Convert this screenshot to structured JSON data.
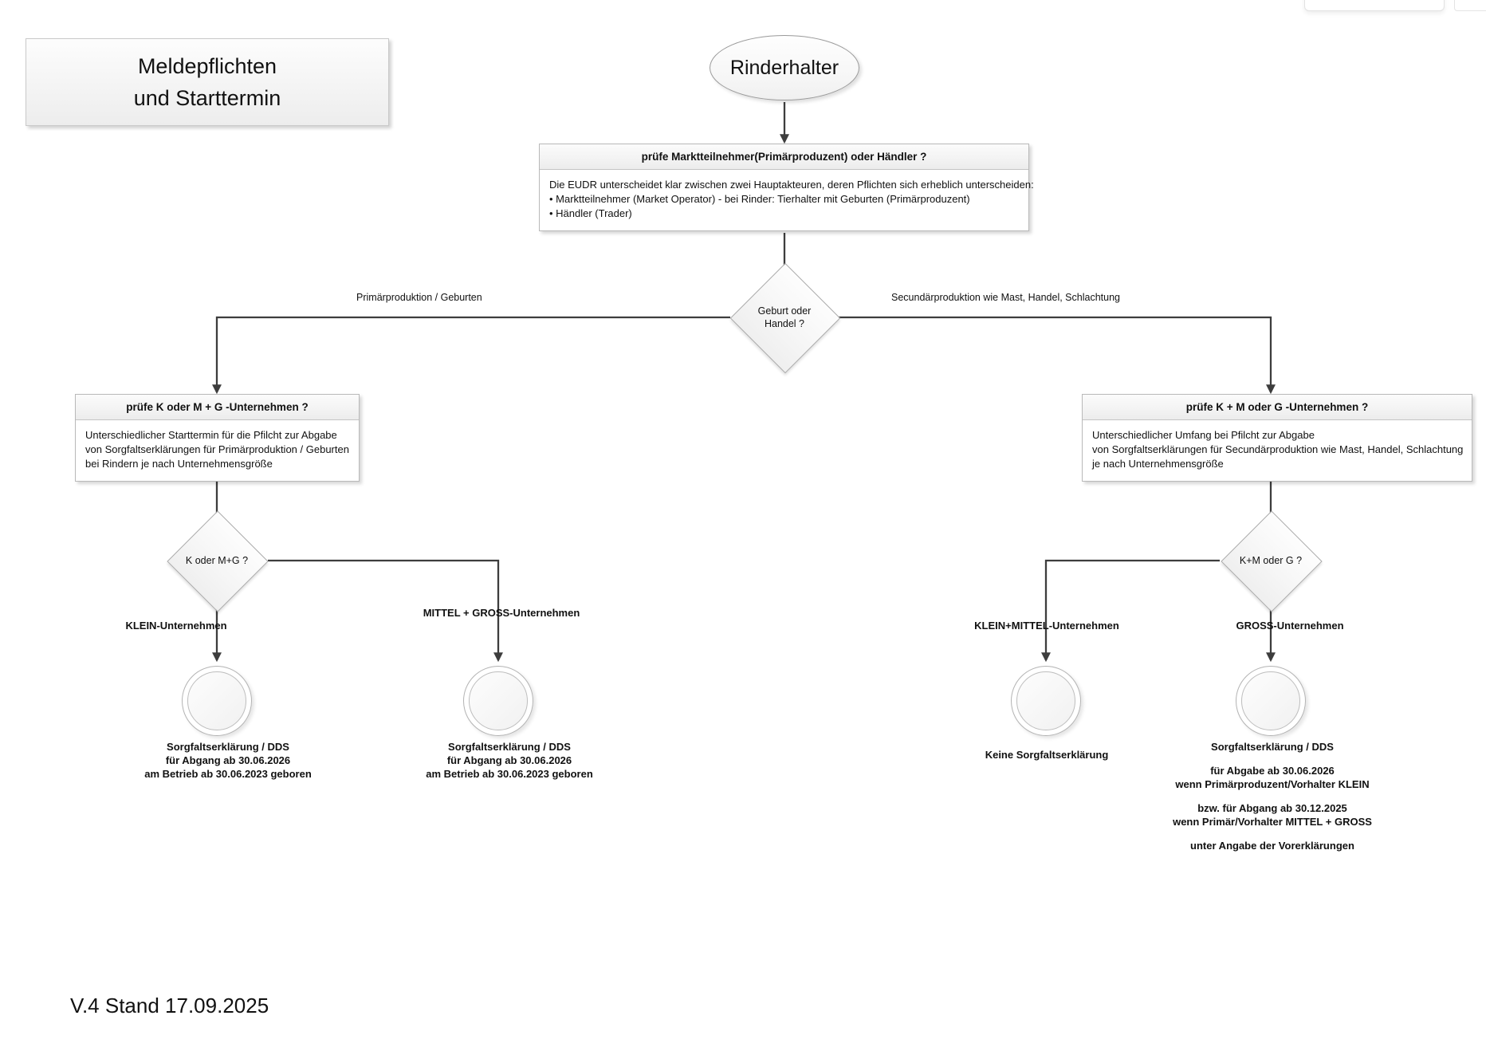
{
  "title_card": {
    "line1": "Meldepflichten",
    "line2": "und Starttermin"
  },
  "start_node": {
    "label": "Rinderhalter"
  },
  "process_top": {
    "header": "prüfe Marktteilnehmer(Primärproduzent) oder Händler ?",
    "body_lines": [
      "Die EUDR unterscheidet klar zwischen zwei Hauptakteuren, deren Pflichten sich erheblich unterscheiden:",
      "• Marktteilnehmer (Market Operator) - bei Rinder: Tierhalter mit Geburten (Primärproduzent)",
      "• Händler (Trader)"
    ]
  },
  "decision_main": {
    "line1": "Geburt oder",
    "line2": "Handel ?",
    "label_left": "Primärproduktion / Geburten",
    "label_right": "Secundärproduktion wie Mast, Handel, Schlachtung"
  },
  "process_left": {
    "header": "prüfe K oder M + G -Unternehmen ?",
    "body_lines": [
      "Unterschiedlicher Starttermin für die Pfilcht zur Abgabe",
      "von Sorgfaltserklärungen für Primärproduktion / Geburten",
      "bei Rindern je nach Unternehmensgröße"
    ]
  },
  "process_right": {
    "header": "prüfe K + M oder G -Unternehmen ?",
    "body_lines": [
      "Unterschiedlicher Umfang bei Pfilcht zur Abgabe",
      "von Sorgfaltserklärungen für Secundärproduktion wie Mast, Handel, Schlachtung",
      "je nach Unternehmensgröße"
    ]
  },
  "decision_left": {
    "label": "K oder M+G ?",
    "branch_down": "KLEIN-Unternehmen",
    "branch_right": "MITTEL + GROSS-Unternehmen"
  },
  "decision_right": {
    "label": "K+M oder G ?",
    "branch_left": "KLEIN+MITTEL-Unternehmen",
    "branch_down": "GROSS-Unternehmen"
  },
  "end_left_1": {
    "line1": "Sorgfaltserklärung / DDS",
    "line2": "für Abgang ab 30.06.2026",
    "line3": "am Betrieb ab 30.06.2023 geboren"
  },
  "end_left_2": {
    "line1": "Sorgfaltserklärung / DDS",
    "line2": "für Abgang ab 30.06.2026",
    "line3": "am Betrieb ab 30.06.2023 geboren"
  },
  "end_right_1": {
    "line1": "Keine Sorgfaltserklärung"
  },
  "end_right_2": {
    "line1": "Sorgfaltserklärung / DDS",
    "line2": "für Abgabe ab 30.06.2026",
    "line3": "wenn Primärproduzent/Vorhalter KLEIN",
    "line4": "bzw. für Abgang ab 30.12.2025",
    "line5": "wenn Primär/Vorhalter MITTEL + GROSS",
    "line6": "unter Angabe der Vorerklärungen"
  },
  "footer": {
    "version": "V.4 Stand 17.09.2025"
  },
  "colors": {
    "edge": "#3d3d3d",
    "node_border": "#a9a9a9",
    "box_header_bg": "#f0f0f0",
    "text": "#111111",
    "page_bg": "#ffffff"
  }
}
